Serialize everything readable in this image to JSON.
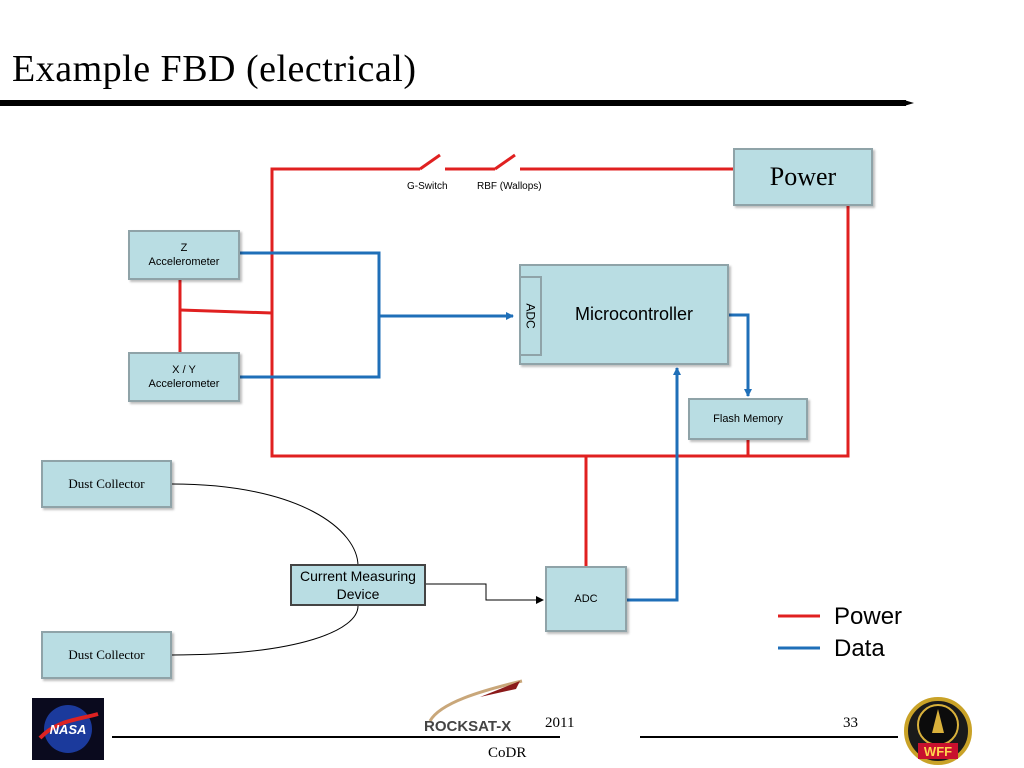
{
  "slide": {
    "title": "Example FBD (electrical)",
    "page_number": "33",
    "footer_year": "2011",
    "footer_text": "CoDR"
  },
  "colors": {
    "power_line": "#e02020",
    "data_line": "#1f6fb8",
    "box_fill": "#b9dde3",
    "box_border": "#8fa3a8",
    "title_rule": "#000000"
  },
  "diagram": {
    "power": "Power",
    "switches": [
      "G-Switch",
      "RBF (Wallops)"
    ],
    "z_accelerometer": [
      "Z",
      "Accelerometer"
    ],
    "xy_accelerometer": [
      "X / Y",
      "Accelerometer"
    ],
    "microcontroller": "Microcontroller",
    "microcontroller_adc": "ADC",
    "flash_memory": "Flash Memory",
    "dust_collector_top": "Dust Collector",
    "dust_collector_bottom": "Dust Collector",
    "current_measuring_device": [
      "Current Measuring",
      "Device"
    ],
    "adc": "ADC"
  },
  "legend": {
    "items": [
      {
        "label": "Power",
        "color": "#e02020"
      },
      {
        "label": "Data",
        "color": "#1f6fb8"
      }
    ]
  },
  "logos": {
    "left": "NASA",
    "center": "ROCKSAT-X",
    "right": "WFF"
  }
}
